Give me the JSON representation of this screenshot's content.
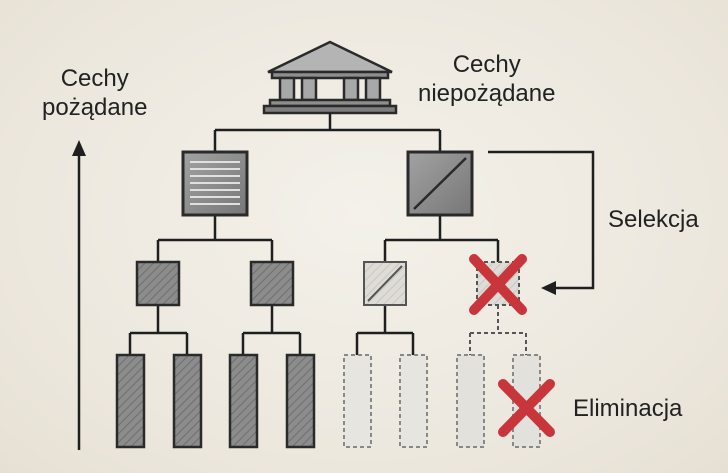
{
  "labels": {
    "desirable_line1": "Cechy",
    "desirable_line2": "pożądane",
    "undesirable_line1": "Cechy",
    "undesirable_line2": "niepożądane",
    "selection": "Selekcja",
    "elimination": "Eliminacja"
  },
  "icons": {
    "root": "building-icon",
    "striped_box": "striped-square-icon",
    "diagonal_box": "diagonal-square-icon",
    "eliminated_mark": "red-x-icon"
  },
  "colors": {
    "background": "#ede8df",
    "line": "#1f1f1f",
    "box_dark": "#8a8a8a",
    "box_light": "#dcdcd6",
    "eliminate_red": "#c8353a"
  }
}
